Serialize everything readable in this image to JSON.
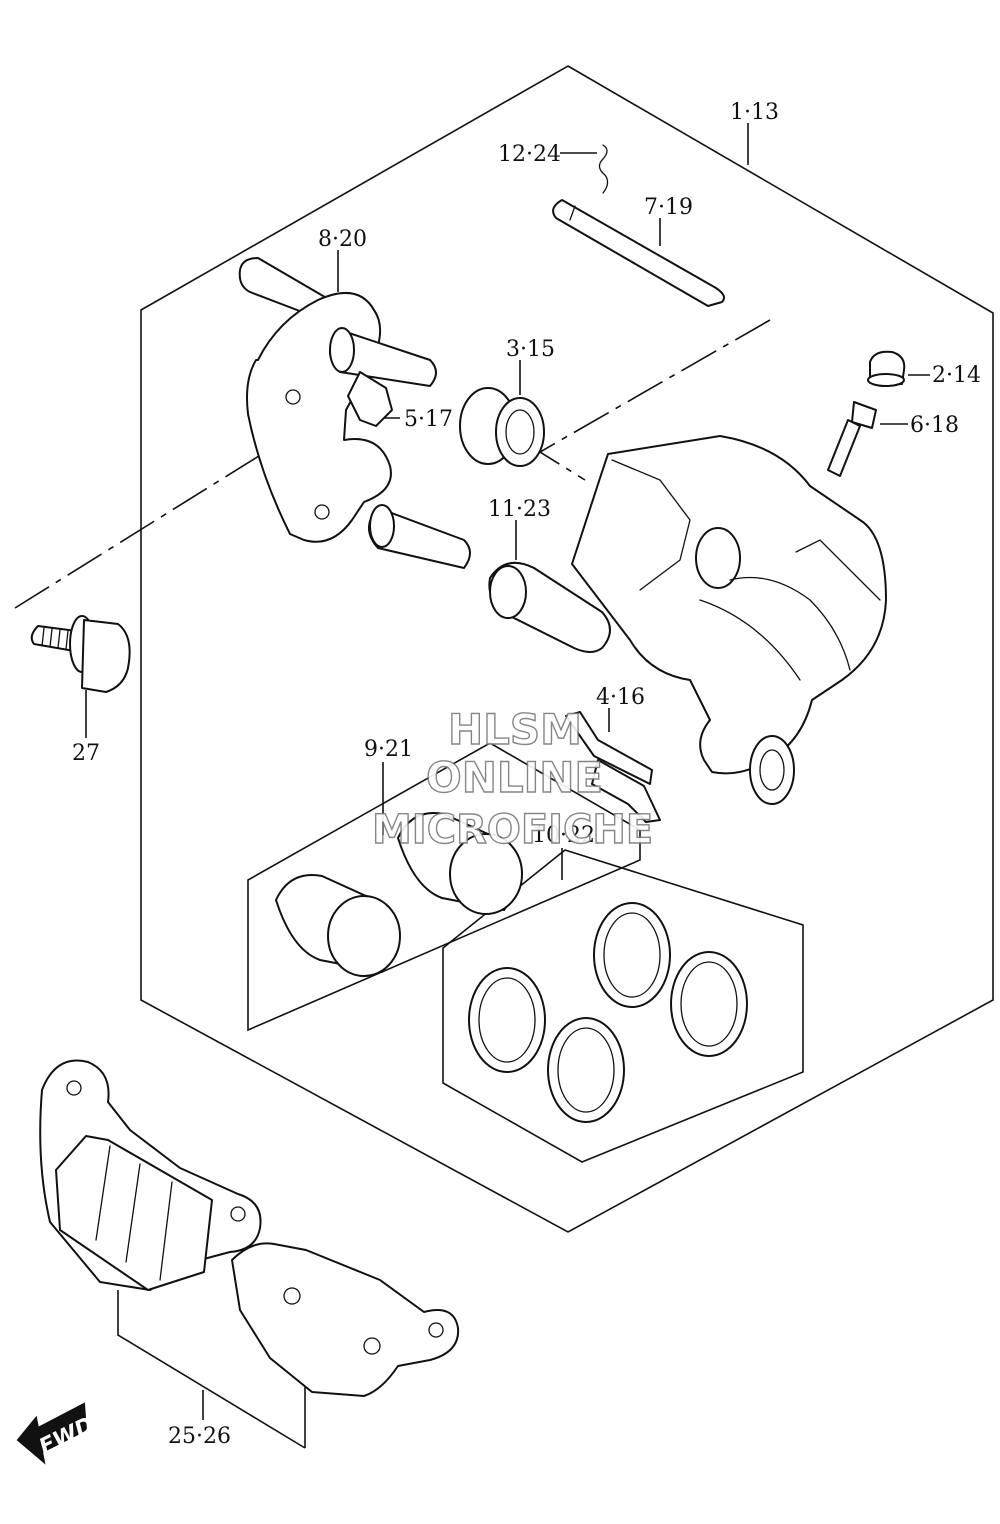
{
  "callouts": {
    "assembly": "1·13",
    "clip": "12·24",
    "pin": "7·19",
    "bracket": "8·20",
    "boot_a": "3·15",
    "cap": "2·14",
    "bleeder": "6·18",
    "spring": "5·17",
    "boot_b": "11·23",
    "retainer": "4·16",
    "piston": "9·21",
    "seal": "10·22",
    "bolt": "27",
    "pads": "25·26"
  },
  "watermark": {
    "line1": "HLSM",
    "line2": "ONLINE",
    "line3": "MICROFICHE"
  },
  "fwd_label": "FWD"
}
